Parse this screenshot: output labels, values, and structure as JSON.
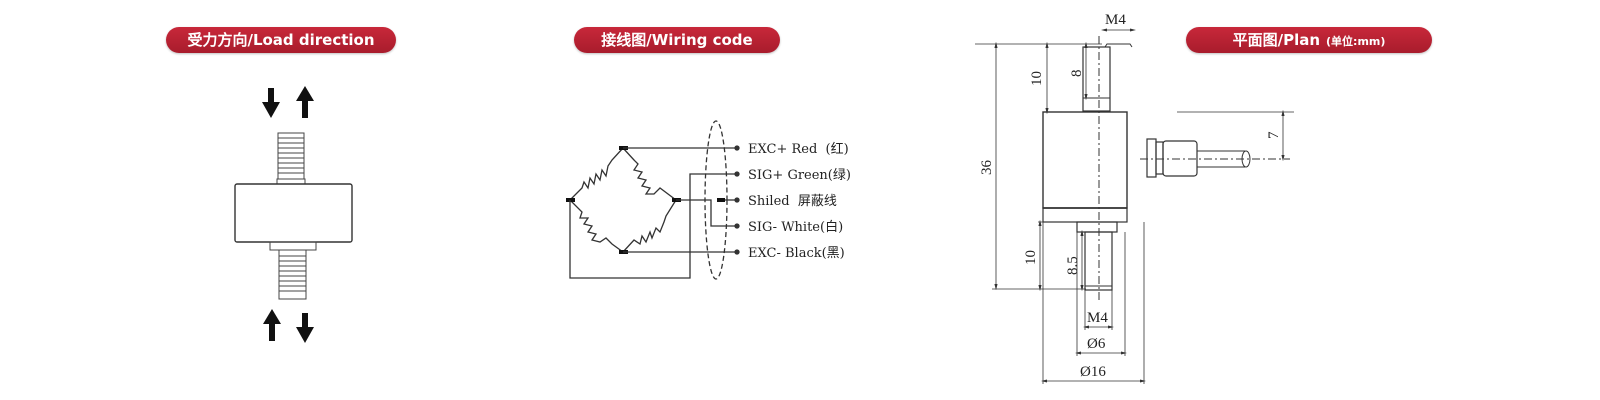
{
  "sections": {
    "load": {
      "title": "受力方向/Load direction"
    },
    "wiring": {
      "title": "接线图/Wiring code",
      "wires": [
        {
          "label": "EXC+ Red  (红)"
        },
        {
          "label": "SIG+ Green(绿)"
        },
        {
          "label": "Shiled  屏蔽线"
        },
        {
          "label": "SIG- White(白)"
        },
        {
          "label": "EXC- Black(黑)"
        }
      ]
    },
    "plan": {
      "title": "平面图/Plan",
      "unit": "(单位:mm)",
      "dims": {
        "thread_top": "M4",
        "total_height": "36",
        "top_stud_height": "10",
        "top_thread_length": "8",
        "cable_offset": "7",
        "bottom_stud_height": "10",
        "bottom_thread_length": "8.5",
        "thread_bottom": "M4",
        "collar_diameter": "Ø6",
        "body_diameter": "Ø16"
      }
    }
  },
  "colors": {
    "accent": "#b8202f",
    "line": "#333333"
  }
}
